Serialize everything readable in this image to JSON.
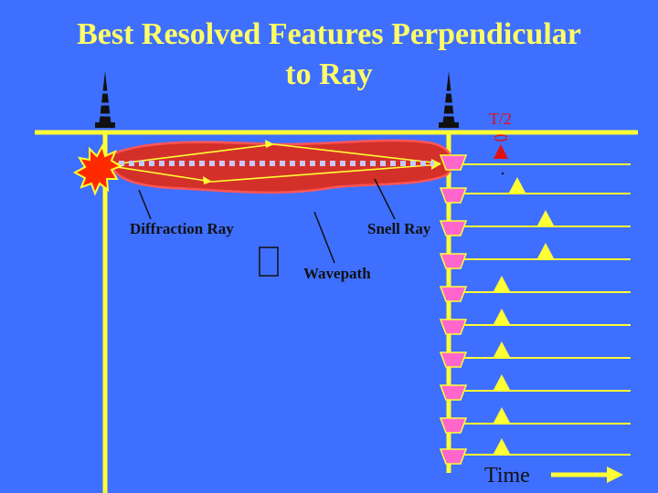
{
  "title": {
    "line1": "Best Resolved Features Perpendicular",
    "line2": "to Ray"
  },
  "labels": {
    "diffraction_ray": "Diffraction Ray",
    "snell_ray": "Snell Ray",
    "wavepath": "Wavepath",
    "t_half": "T/2",
    "time": "Time"
  },
  "colors": {
    "background": "#3f6fff",
    "title": "#ffff66",
    "lines": "#ffff33",
    "wavepath_fill": "#d4302a",
    "wavepath_stroke": "#ff5555",
    "source": "#ff2a00",
    "receivers": "#ff66cc",
    "dash_ray": "#c8c8ff",
    "red_marker": "#e01010"
  },
  "icons": {
    "source": "explosion-starburst-icon",
    "rig": "drilling-rig-icon",
    "receiver": "geophone-receiver-icon",
    "event": "triangle-event-marker-icon"
  }
}
